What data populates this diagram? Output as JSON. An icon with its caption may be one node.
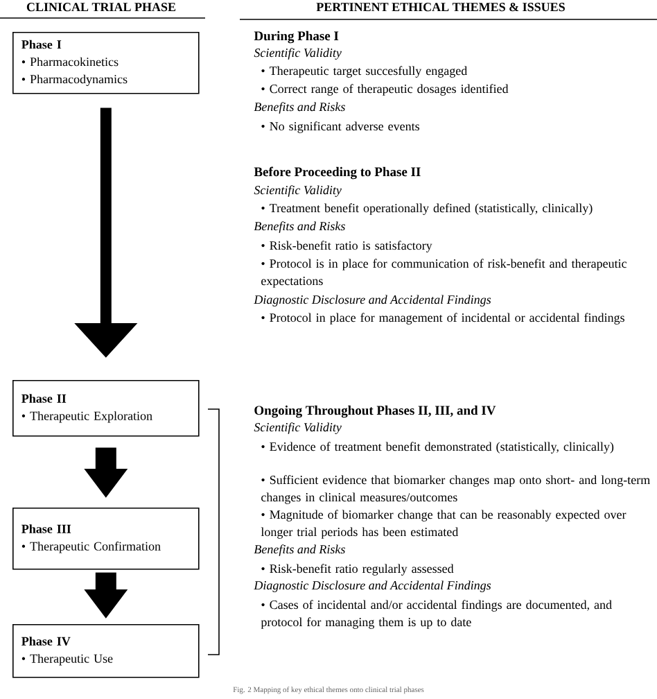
{
  "diagram": {
    "caption": "Fig. 2 Mapping of key ethical themes onto clinical trial phases",
    "nodes": [
      {
        "text": [
          "Phase I",
          "• Pharmacokinetics",
          "• Pharmacodynamics"
        ]
      },
      {
        "text": [
          "Phase II",
          "• Therapeutic Exploration"
        ]
      },
      {
        "text": [
          "Phase III",
          "• Therapeutic Confirmation"
        ]
      },
      {
        "text": [
          "Phase IV",
          "• Therapeutic Use"
        ]
      }
    ],
    "edges": [
      {
        "from": 0,
        "to": 1,
        "arrow": "to"
      },
      {
        "from": 1,
        "to": 2,
        "arrow": "to"
      },
      {
        "from": 2,
        "to": 3,
        "arrow": "to"
      }
    ],
    "labels": [
      "CLINICAL TRIAL PHASE",
      "PERTINENT ETHICAL THEMES & ISSUES",
      "During Phase I",
      "Scientific Validity",
      "• Therapeutic target succesfully engaged",
      "• Correct range of therapeutic dosages identified",
      "Benefits and Risks",
      "• No significant adverse events",
      "Before Proceeding to Phase II",
      "Scientific Validity",
      "• Treatment benefit operationally defined (statistically, clinically)",
      "Benefits and Risks",
      "• Risk-benefit ratio is satisfactory",
      "• Protocol is in place for communication of risk-benefit and therapeutic expectations",
      "Diagnostic Disclosure and Accidental Findings",
      "• Protocol in place for management of incidental or accidental findings",
      "Ongoing Throughout Phases II, III, and IV",
      "Scientific Validity",
      "• Evidence of treatment benefit demonstrated (statistically, clinically)",
      "• Sufficient evidence that biomarker changes map onto short- and long-term changes in clinical measures/outcomes",
      "• Magnitude of biomarker change that can be reasonably expected over longer trial periods has been estimated",
      "Benefits and Risks",
      "• Risk-benefit ratio regularly assessed",
      "Diagnostic Disclosure and Accidental Findings",
      "• Cases of incidental and/or accidental findings are documented, and protocol for managing them is up to date"
    ]
  }
}
